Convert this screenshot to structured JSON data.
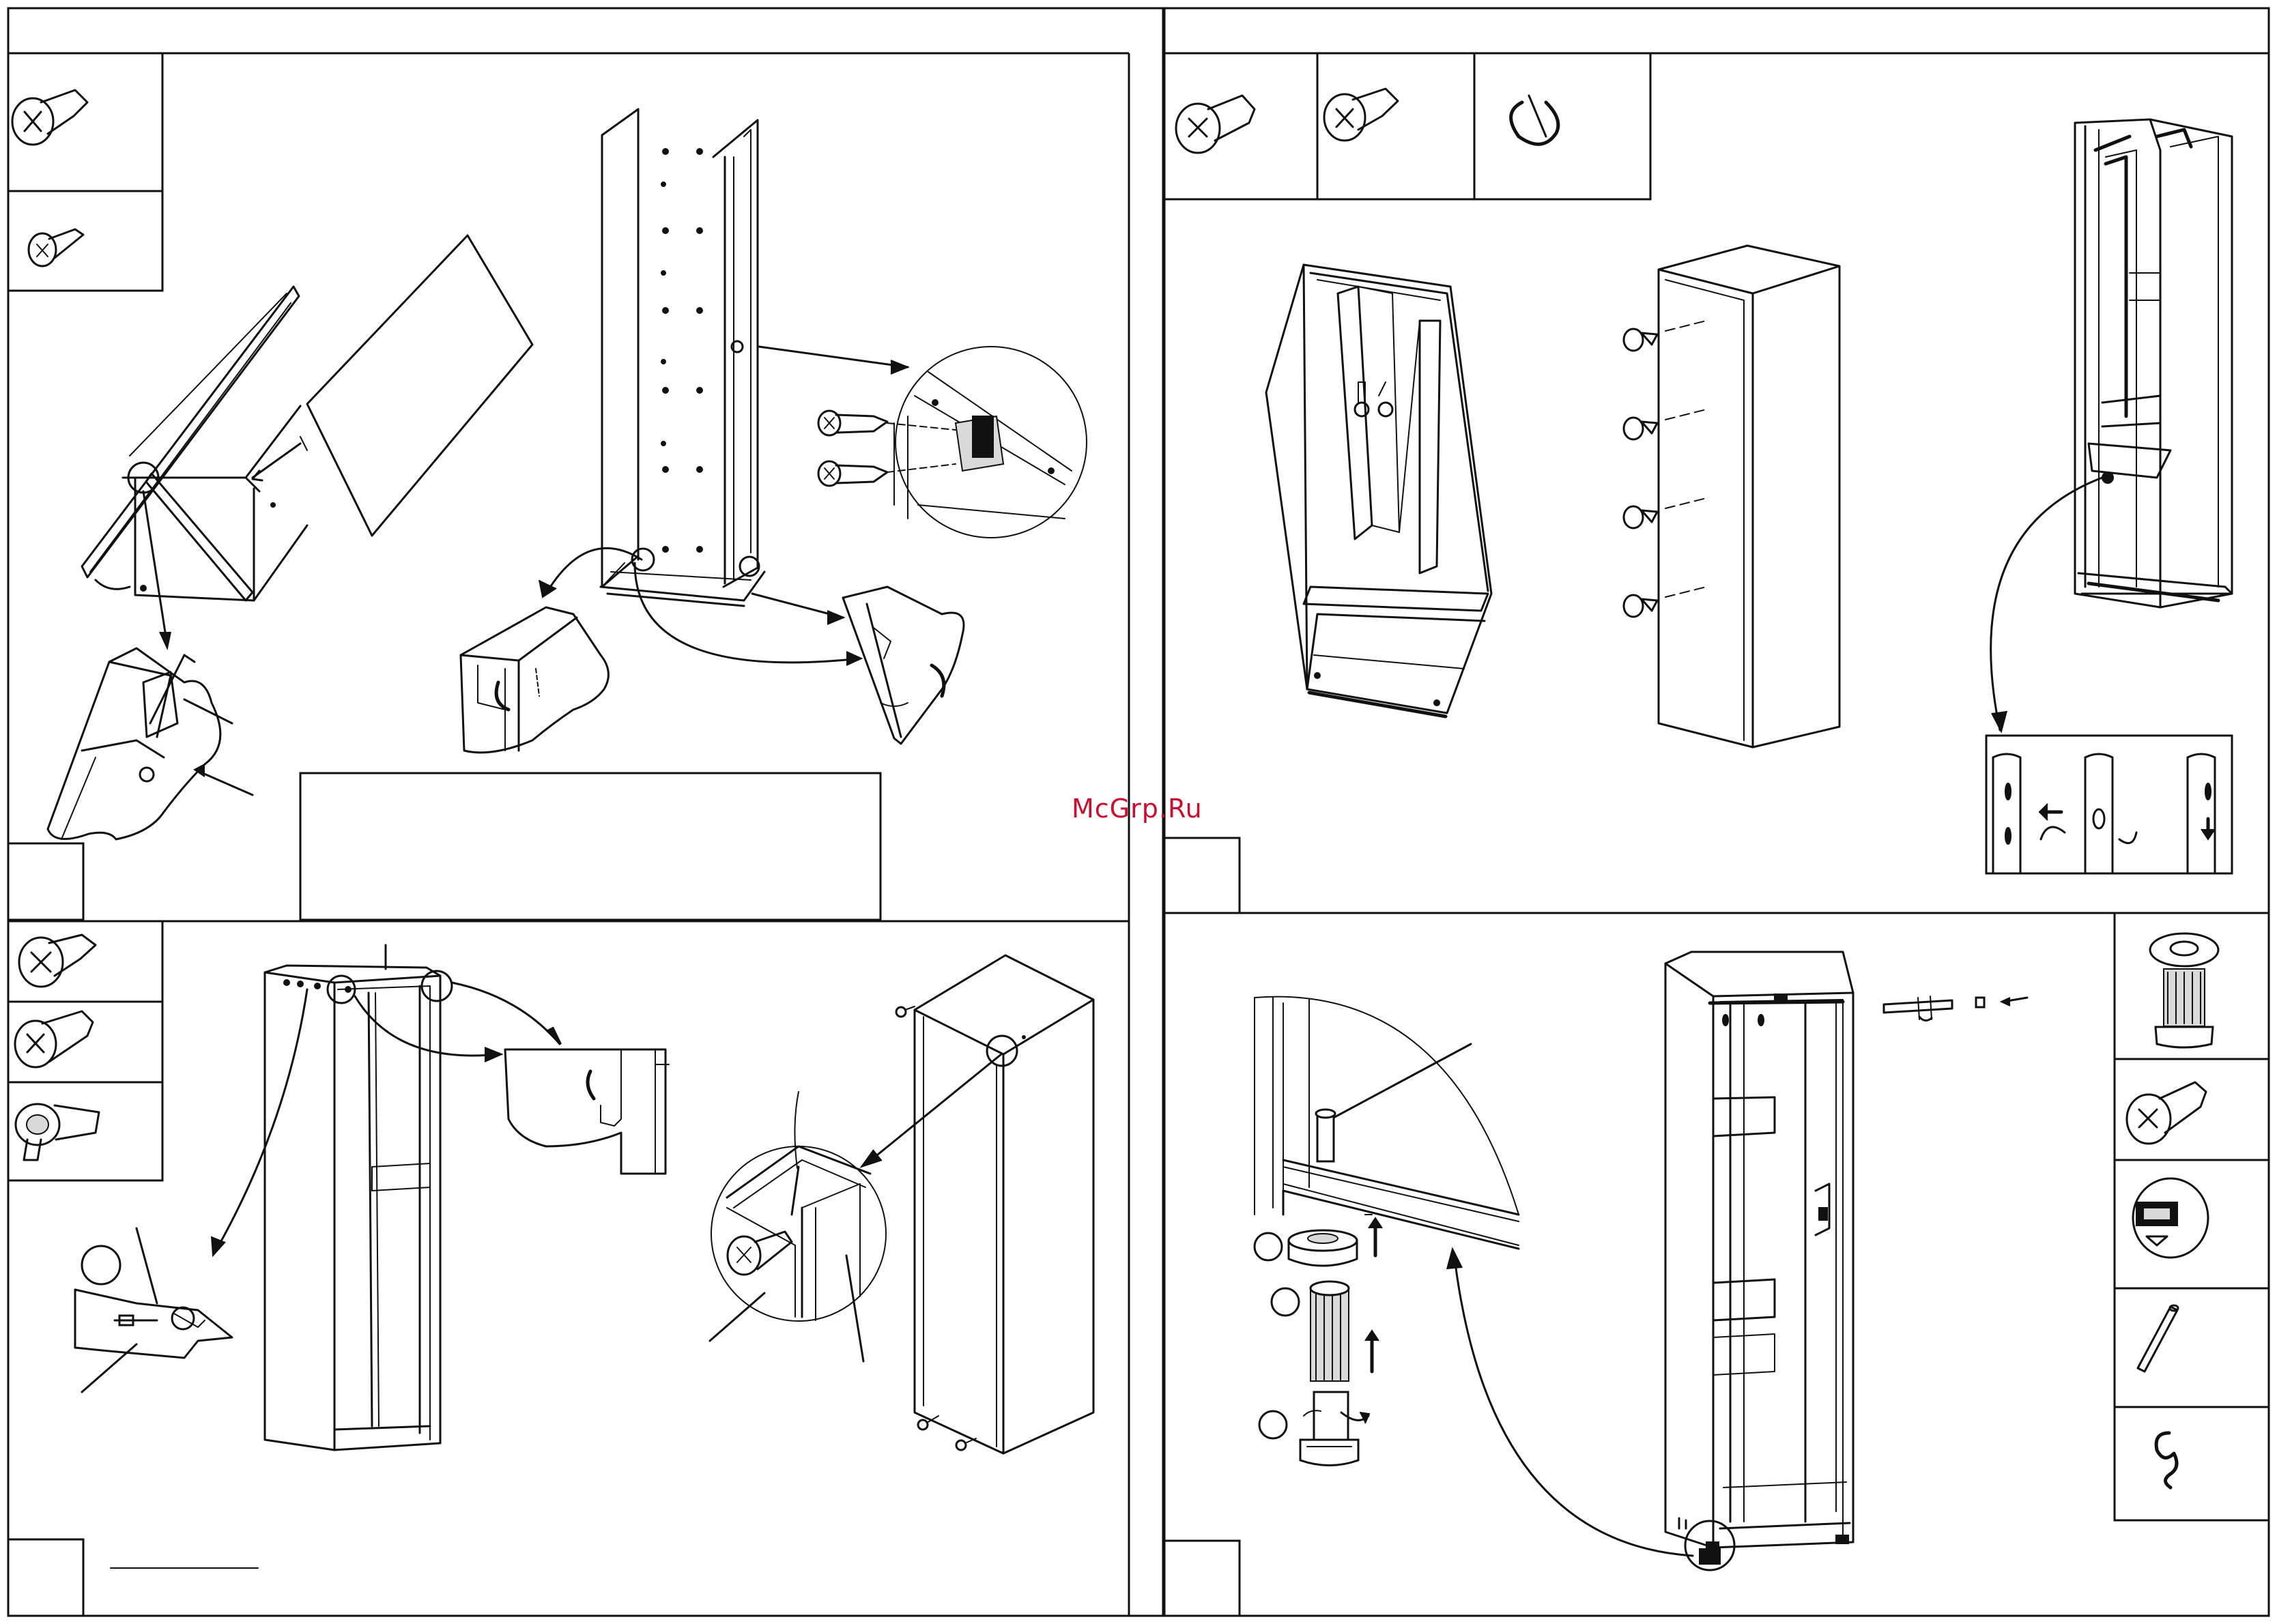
{
  "watermark": "McGrp.Ru",
  "colors": {
    "line": "#111111",
    "watermark": "#c8102e",
    "paper": "#ffffff"
  },
  "panels": [
    {
      "id": "step-top-left",
      "icons": [
        "cross-screw-icon",
        "small-screw-icon"
      ]
    },
    {
      "id": "step-top-right",
      "icons": [
        "confirmat-screw-icon",
        "cross-screw-icon",
        "ring-clip-icon"
      ]
    },
    {
      "id": "step-bottom-left",
      "icons": [
        "cross-screw-icon",
        "confirmat-screw-icon",
        "cam-lock-icon"
      ]
    },
    {
      "id": "step-bottom-right",
      "icons": [
        "adjustable-foot-icon",
        "confirmat-screw-icon",
        "cap-icon",
        "rod-icon",
        "s-hook-icon"
      ]
    }
  ]
}
